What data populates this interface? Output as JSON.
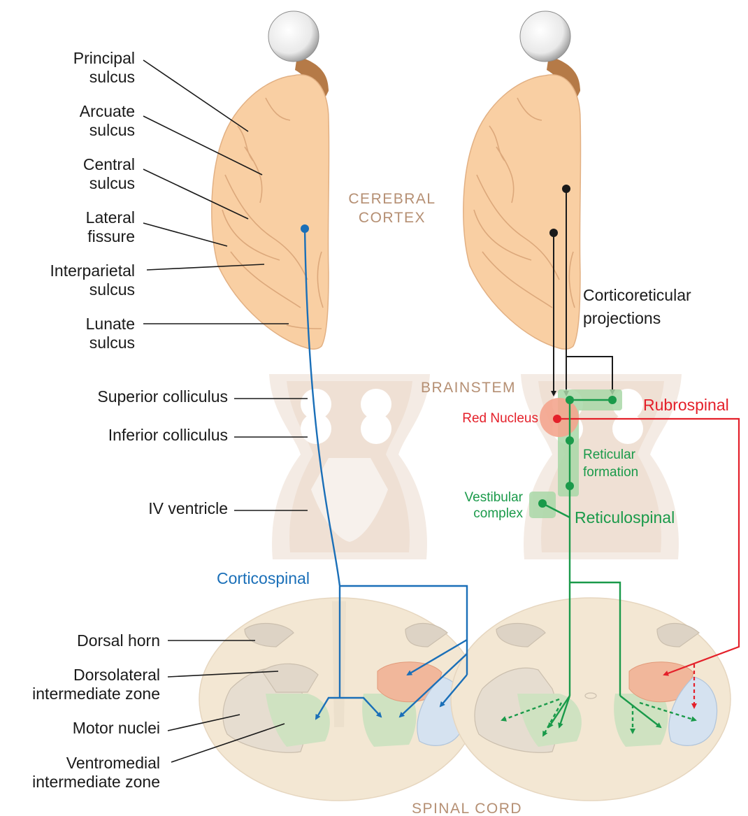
{
  "labels": {
    "principal_1": "Principal",
    "principal_2": "sulcus",
    "arcuate_1": "Arcuate",
    "arcuate_2": "sulcus",
    "central_1": "Central",
    "central_2": "sulcus",
    "lateral_1": "Lateral",
    "lateral_2": "fissure",
    "interparietal_1": "Interparietal",
    "interparietal_2": "sulcus",
    "lunate_1": "Lunate",
    "lunate_2": "sulcus",
    "superior_colliculus": "Superior colliculus",
    "inferior_colliculus": "Inferior colliculus",
    "iv_ventricle": "IV ventricle",
    "dorsal_horn": "Dorsal horn",
    "dorsolateral_1": "Dorsolateral",
    "dorsolateral_2": "intermediate zone",
    "motor_nuclei": "Motor nuclei",
    "ventromedial_1": "Ventromedial",
    "ventromedial_2": "intermediate zone"
  },
  "regions": {
    "cerebral_1": "CEREBRAL",
    "cerebral_2": "CORTEX",
    "brainstem": "BRAINSTEM",
    "spinal_cord": "SPINAL CORD"
  },
  "pathways": {
    "corticospinal": "Corticospinal",
    "corticoreticular_1": "Corticoreticular",
    "corticoreticular_2": "projections",
    "rubrospinal": "Rubrospinal",
    "red_nucleus": "Red Nucleus",
    "reticular_1": "Reticular",
    "reticular_2": "formation",
    "vestibular_1": "Vestibular",
    "vestibular_2": "complex",
    "reticulospinal": "Reticulospinal"
  },
  "colors": {
    "corticospinal": "#1a6fb8",
    "rubrospinal": "#e4202a",
    "reticulospinal": "#1a9a4a",
    "brain": "#f9cfa3",
    "region_label": "#b58f73"
  }
}
